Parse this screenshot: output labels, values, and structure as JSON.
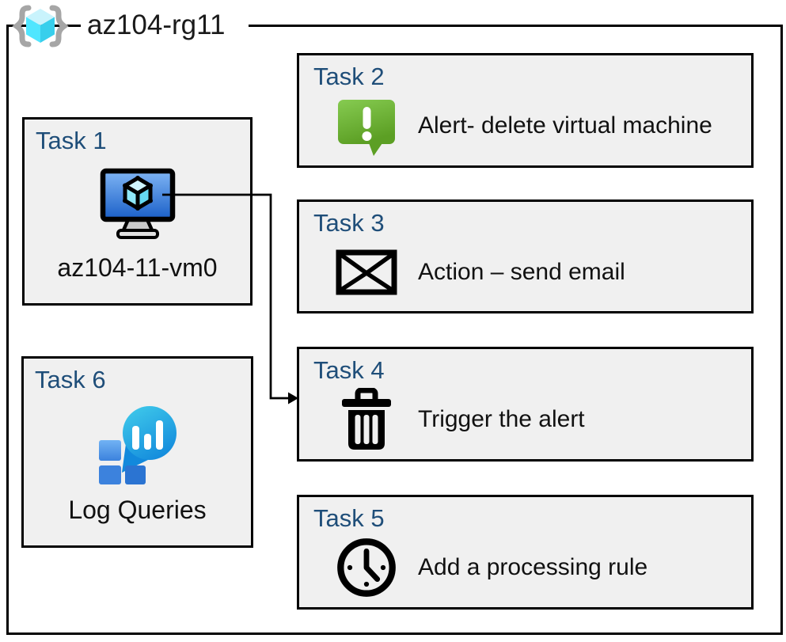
{
  "resource_group": {
    "label": "az104-rg11",
    "icon": "resource-group-icon"
  },
  "tasks": [
    {
      "heading": "Task 1",
      "label": "az104-11-vm0",
      "icon": "virtual-machine-icon"
    },
    {
      "heading": "Task 2",
      "label": "Alert- delete virtual machine",
      "icon": "alert-icon"
    },
    {
      "heading": "Task 3",
      "label": "Action – send email",
      "icon": "email-icon"
    },
    {
      "heading": "Task 4",
      "label": "Trigger the alert",
      "icon": "trash-icon"
    },
    {
      "heading": "Task 5",
      "label": "Add a processing rule",
      "icon": "clock-icon"
    },
    {
      "heading": "Task 6",
      "label": "Log Queries",
      "icon": "log-queries-icon"
    }
  ],
  "connector": {
    "from": "Task 1",
    "to": "Task 4",
    "style": "elbow-arrow"
  },
  "colors": {
    "box_fill": "#F0F0F0",
    "box_border": "#000000",
    "task_heading_blue": "#1F4E79",
    "body_text": "#111111",
    "alert_green_top": "#86CB51",
    "alert_green_bottom": "#5C9F24",
    "vm_screen_top": "#7FB5F4",
    "vm_screen_bottom": "#1A5FC8",
    "rg_cube_cyan": "#50E6FF",
    "rg_bracket_gray": "#A6A6A6",
    "log_balloon_top": "#3EC8EA",
    "log_balloon_bottom": "#1289DC",
    "log_square_blue": "#3C82DD"
  }
}
